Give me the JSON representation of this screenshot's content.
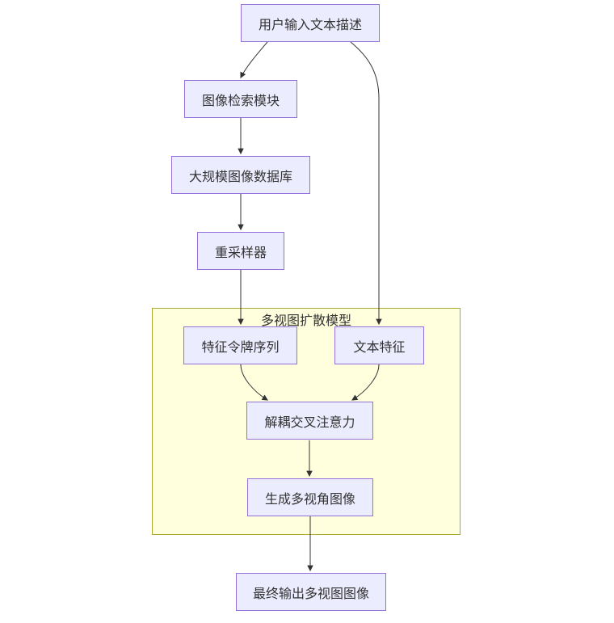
{
  "diagram": {
    "type": "flowchart",
    "direction": "top-down",
    "subgraph": {
      "label": "多视图扩散模型"
    },
    "nodes": [
      {
        "id": "user-input",
        "label": "用户输入文本描述"
      },
      {
        "id": "image-retrieval",
        "label": "图像检索模块"
      },
      {
        "id": "image-database",
        "label": "大规模图像数据库"
      },
      {
        "id": "resampler",
        "label": "重采样器"
      },
      {
        "id": "feature-tokens",
        "label": "特征令牌序列"
      },
      {
        "id": "text-features",
        "label": "文本特征"
      },
      {
        "id": "decoupled-attention",
        "label": "解耦交叉注意力"
      },
      {
        "id": "generate-multiview",
        "label": "生成多视角图像"
      },
      {
        "id": "final-output",
        "label": "最终输出多视图图像"
      }
    ],
    "edges": [
      {
        "from": "用户输入文本描述",
        "to": "图像检索模块"
      },
      {
        "from": "用户输入文本描述",
        "to": "文本特征"
      },
      {
        "from": "图像检索模块",
        "to": "大规模图像数据库"
      },
      {
        "from": "大规模图像数据库",
        "to": "重采样器"
      },
      {
        "from": "重采样器",
        "to": "特征令牌序列"
      },
      {
        "from": "特征令牌序列",
        "to": "解耦交叉注意力"
      },
      {
        "from": "文本特征",
        "to": "解耦交叉注意力"
      },
      {
        "from": "解耦交叉注意力",
        "to": "生成多视角图像"
      },
      {
        "from": "生成多视角图像",
        "to": "最终输出多视图图像"
      }
    ],
    "colors": {
      "node_fill": "#ECECFF",
      "node_border": "#9370DB",
      "cluster_fill": "#FFFFDE",
      "cluster_border": "#AAAA33",
      "edge": "#333333",
      "text": "#333333"
    }
  }
}
